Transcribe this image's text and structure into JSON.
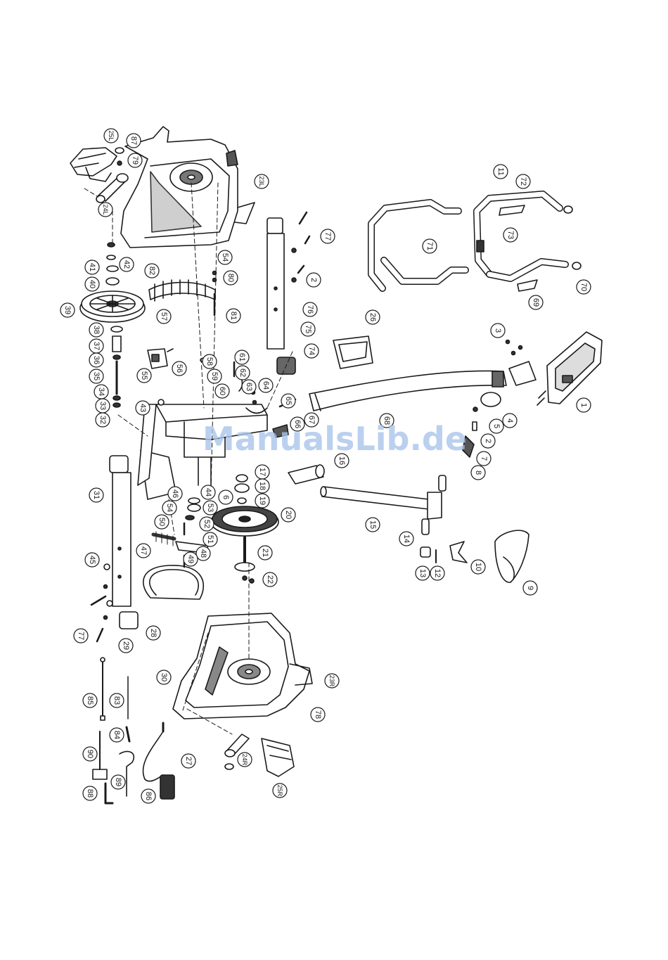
{
  "watermark": "ManualsLib.de",
  "colors": {
    "ink": "#1a1a1a",
    "fill": "#ffffff",
    "shade": "#bdbdbd",
    "watermark": "#a9c4ea"
  },
  "callouts": [
    {
      "id": "c25l",
      "label": "25L"
    },
    {
      "id": "c87",
      "label": "87"
    },
    {
      "id": "c79",
      "label": "79"
    },
    {
      "id": "c23l",
      "label": "23L"
    },
    {
      "id": "c24l",
      "label": "24L"
    },
    {
      "id": "c42",
      "label": "42"
    },
    {
      "id": "c41",
      "label": "41"
    },
    {
      "id": "c40",
      "label": "40"
    },
    {
      "id": "c39",
      "label": "39"
    },
    {
      "id": "c38",
      "label": "38"
    },
    {
      "id": "c37",
      "label": "37"
    },
    {
      "id": "c36",
      "label": "36"
    },
    {
      "id": "c35",
      "label": "35"
    },
    {
      "id": "c34",
      "label": "34"
    },
    {
      "id": "c33",
      "label": "33"
    },
    {
      "id": "c32",
      "label": "32"
    },
    {
      "id": "c82",
      "label": "82"
    },
    {
      "id": "c57",
      "label": "57"
    },
    {
      "id": "c55",
      "label": "55"
    },
    {
      "id": "c56",
      "label": "56"
    },
    {
      "id": "c54a",
      "label": "54"
    },
    {
      "id": "c80",
      "label": "80"
    },
    {
      "id": "c81",
      "label": "81"
    },
    {
      "id": "c58",
      "label": "58"
    },
    {
      "id": "c59",
      "label": "59"
    },
    {
      "id": "c60",
      "label": "60"
    },
    {
      "id": "c61",
      "label": "61"
    },
    {
      "id": "c62",
      "label": "62"
    },
    {
      "id": "c63",
      "label": "63"
    },
    {
      "id": "c64",
      "label": "64"
    },
    {
      "id": "c65",
      "label": "65"
    },
    {
      "id": "c66",
      "label": "66"
    },
    {
      "id": "c67",
      "label": "67"
    },
    {
      "id": "c77a",
      "label": "77"
    },
    {
      "id": "c2a",
      "label": "2"
    },
    {
      "id": "c76",
      "label": "76"
    },
    {
      "id": "c75",
      "label": "75"
    },
    {
      "id": "c74",
      "label": "74"
    },
    {
      "id": "c71",
      "label": "71"
    },
    {
      "id": "c11",
      "label": "11"
    },
    {
      "id": "c72",
      "label": "72"
    },
    {
      "id": "c73",
      "label": "73"
    },
    {
      "id": "c69",
      "label": "69"
    },
    {
      "id": "c70",
      "label": "70"
    },
    {
      "id": "c26",
      "label": "26"
    },
    {
      "id": "c68",
      "label": "68"
    },
    {
      "id": "c3",
      "label": "3"
    },
    {
      "id": "c1",
      "label": "1"
    },
    {
      "id": "c4",
      "label": "4"
    },
    {
      "id": "c5",
      "label": "5"
    },
    {
      "id": "c2b",
      "label": "2"
    },
    {
      "id": "c7",
      "label": "7"
    },
    {
      "id": "c8",
      "label": "8"
    },
    {
      "id": "c16",
      "label": "16"
    },
    {
      "id": "c15",
      "label": "15"
    },
    {
      "id": "c14",
      "label": "14"
    },
    {
      "id": "c13",
      "label": "13"
    },
    {
      "id": "c12",
      "label": "12"
    },
    {
      "id": "c10",
      "label": "10"
    },
    {
      "id": "c9",
      "label": "9"
    },
    {
      "id": "c43",
      "label": "43"
    },
    {
      "id": "c31",
      "label": "31"
    },
    {
      "id": "c45",
      "label": "45"
    },
    {
      "id": "c77b",
      "label": "77"
    },
    {
      "id": "c29",
      "label": "29"
    },
    {
      "id": "c28",
      "label": "28"
    },
    {
      "id": "c17",
      "label": "17"
    },
    {
      "id": "c18",
      "label": "18"
    },
    {
      "id": "c19",
      "label": "19"
    },
    {
      "id": "c6",
      "label": "6"
    },
    {
      "id": "c20",
      "label": "20"
    },
    {
      "id": "c21",
      "label": "21"
    },
    {
      "id": "c22",
      "label": "22"
    },
    {
      "id": "c46",
      "label": "46"
    },
    {
      "id": "c44",
      "label": "44"
    },
    {
      "id": "c54b",
      "label": "54"
    },
    {
      "id": "c53",
      "label": "53"
    },
    {
      "id": "c50",
      "label": "50"
    },
    {
      "id": "c52",
      "label": "52"
    },
    {
      "id": "c47",
      "label": "47"
    },
    {
      "id": "c51",
      "label": "51"
    },
    {
      "id": "c48",
      "label": "48"
    },
    {
      "id": "c49",
      "label": "49"
    },
    {
      "id": "c30",
      "label": "30"
    },
    {
      "id": "c23r",
      "label": "23R"
    },
    {
      "id": "c78",
      "label": "78"
    },
    {
      "id": "c27",
      "label": "27"
    },
    {
      "id": "c24r",
      "label": "24R"
    },
    {
      "id": "c25r",
      "label": "25R"
    },
    {
      "id": "c85",
      "label": "85"
    },
    {
      "id": "c83",
      "label": "83"
    },
    {
      "id": "c84",
      "label": "84"
    },
    {
      "id": "c90",
      "label": "90"
    },
    {
      "id": "c89",
      "label": "89"
    },
    {
      "id": "c88",
      "label": "88"
    },
    {
      "id": "c86",
      "label": "86"
    }
  ]
}
